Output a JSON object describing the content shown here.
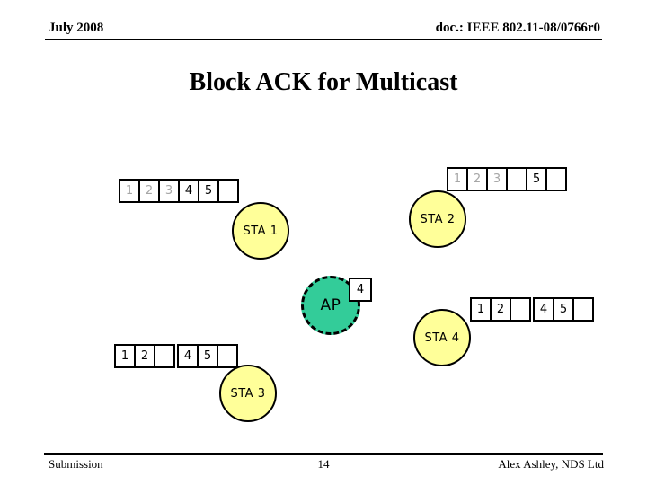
{
  "header": {
    "date": "July 2008",
    "doc": "doc.: IEEE 802.11-08/0766r0"
  },
  "title": "Block ACK for Multicast",
  "diagram": {
    "ap": {
      "label": "AP",
      "buffer_cell": "4"
    },
    "sta1": {
      "label": "STA 1",
      "cells": [
        "1",
        "2",
        "3",
        "4",
        "5",
        ""
      ]
    },
    "sta2": {
      "label": "STA 2",
      "cells": [
        "1",
        "2",
        "3",
        "",
        "5",
        ""
      ]
    },
    "sta3": {
      "label": "STA 3",
      "cells": [
        "1",
        "2",
        "",
        "4",
        "5",
        ""
      ]
    },
    "sta4": {
      "label": "STA 4",
      "cells": [
        "1",
        "2",
        "",
        "4",
        "5",
        ""
      ]
    },
    "colors": {
      "station_fill": "#FFFF99",
      "ap_fill": "#33CC99",
      "digit": "#000000",
      "dim_digit": "#A6A6A6",
      "border": "#000000"
    }
  },
  "footer": {
    "left": "Submission",
    "page": "14",
    "right": "Alex Ashley, NDS Ltd"
  }
}
